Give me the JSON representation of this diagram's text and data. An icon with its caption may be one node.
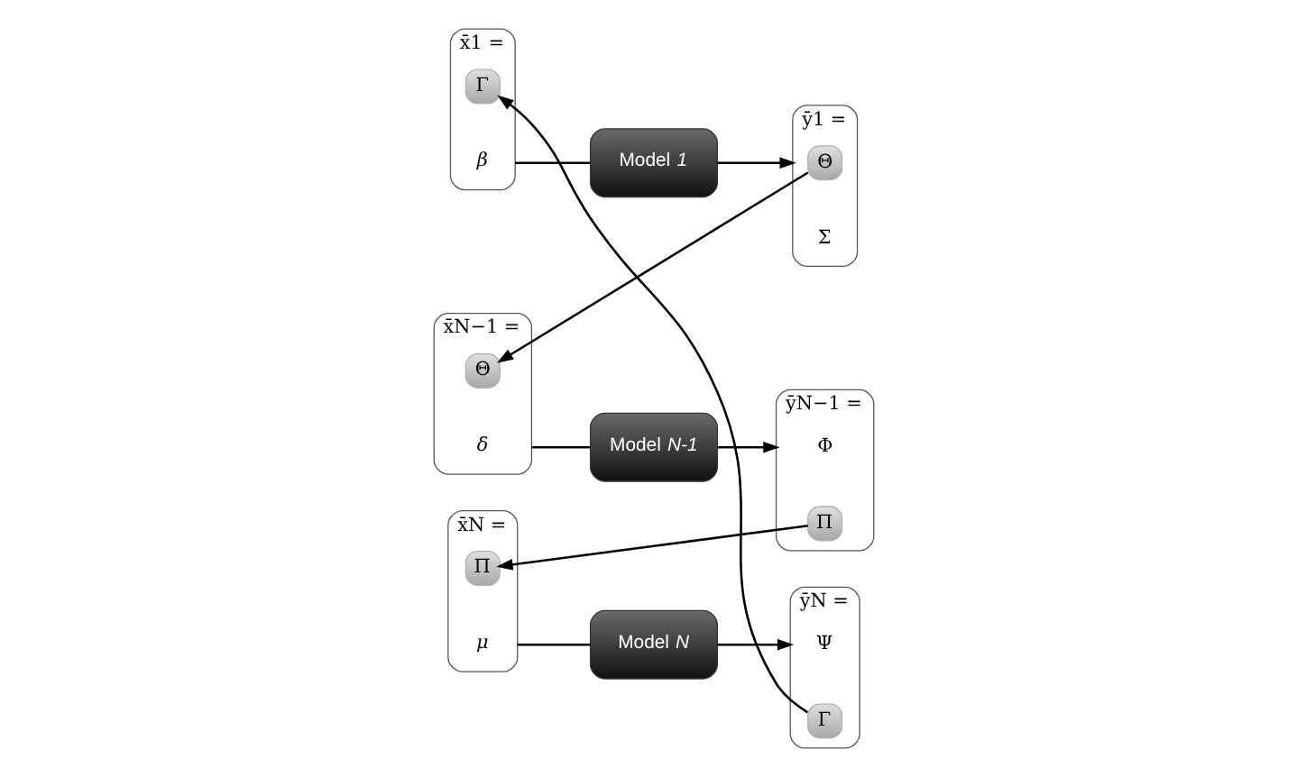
{
  "diagram": {
    "nodes": [
      {
        "text": [
          "x̄1 ="
        ]
      },
      {
        "text": [
          "Γ"
        ],
        "in": 0
      },
      {
        "text": [
          "*β*"
        ],
        "in": 0
      },
      {
        "text": [
          "Model *1*"
        ]
      },
      {
        "text": [
          "ȳ1 ="
        ]
      },
      {
        "text": [
          "Θ"
        ],
        "in": 4
      },
      {
        "text": [
          "Σ"
        ],
        "in": 4
      },
      {
        "text": [
          "x̄N−1 ="
        ]
      },
      {
        "text": [
          "Θ"
        ],
        "in": 7
      },
      {
        "text": [
          "*δ*"
        ],
        "in": 7
      },
      {
        "text": [
          "Model *N-1*"
        ]
      },
      {
        "text": [
          "ȳN−1 ="
        ]
      },
      {
        "text": [
          "Φ"
        ],
        "in": 11
      },
      {
        "text": [
          "Π"
        ],
        "in": 11
      },
      {
        "text": [
          "x̄N ="
        ]
      },
      {
        "text": [
          "Π"
        ],
        "in": 14
      },
      {
        "text": [
          "*μ*"
        ],
        "in": 14
      },
      {
        "text": [
          "Model *N*"
        ]
      },
      {
        "text": [
          "ȳN ="
        ]
      },
      {
        "text": [
          "Ψ"
        ],
        "in": 18
      },
      {
        "text": [
          "Γ"
        ],
        "in": 18
      }
    ],
    "edges": [
      {
        "from": 0,
        "to": 3,
        "arrow": "none"
      },
      {
        "from": 3,
        "to": 4,
        "arrow": "to"
      },
      {
        "from": 5,
        "to": 8,
        "arrow": "to"
      },
      {
        "from": 7,
        "to": 10,
        "arrow": "none"
      },
      {
        "from": 10,
        "to": 11,
        "arrow": "to"
      },
      {
        "from": 13,
        "to": 15,
        "arrow": "to"
      },
      {
        "from": 14,
        "to": 17,
        "arrow": "none"
      },
      {
        "from": 17,
        "to": 18,
        "arrow": "to"
      },
      {
        "from": 20,
        "to": 1,
        "arrow": "to"
      }
    ]
  }
}
